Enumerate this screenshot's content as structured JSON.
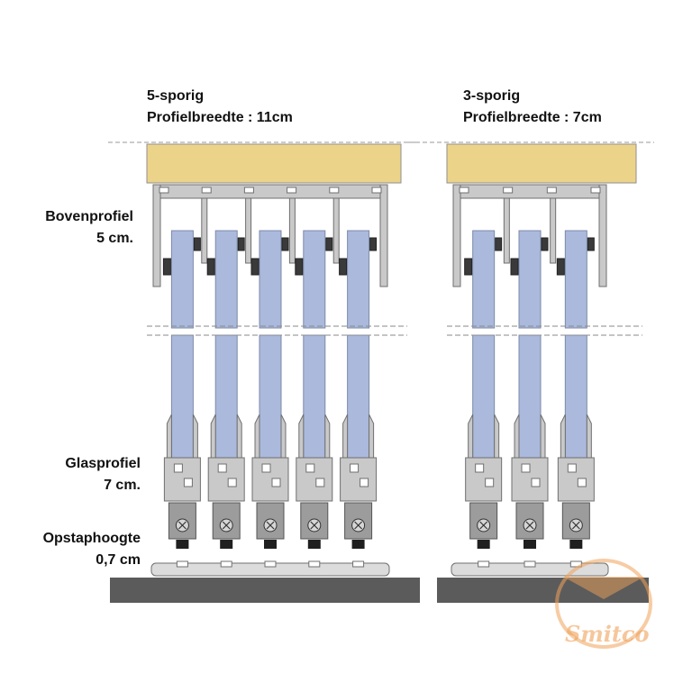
{
  "left_system": {
    "title": "5-sporig",
    "width_label": "Profielbreedte : 11cm",
    "tracks": 5
  },
  "right_system": {
    "title": "3-sporig",
    "width_label": "Profielbreedte : 7cm",
    "tracks": 3
  },
  "labels": {
    "top_profile": "Bovenprofiel",
    "top_profile_size": "5 cm.",
    "glass_profile": "Glasprofiel",
    "glass_profile_size": "7 cm.",
    "rise_height": "Opstaphoogte",
    "rise_height_size": "0,7 cm"
  },
  "watermark": {
    "text": "Smitco"
  },
  "colors": {
    "beam": "#ecd38a",
    "glass": "#aab9dc",
    "aluminium": "#c9c9c9",
    "aluminium_dark": "#8a8a8a",
    "floor": "#5b5b5b",
    "watermark": "#f0a25a"
  }
}
